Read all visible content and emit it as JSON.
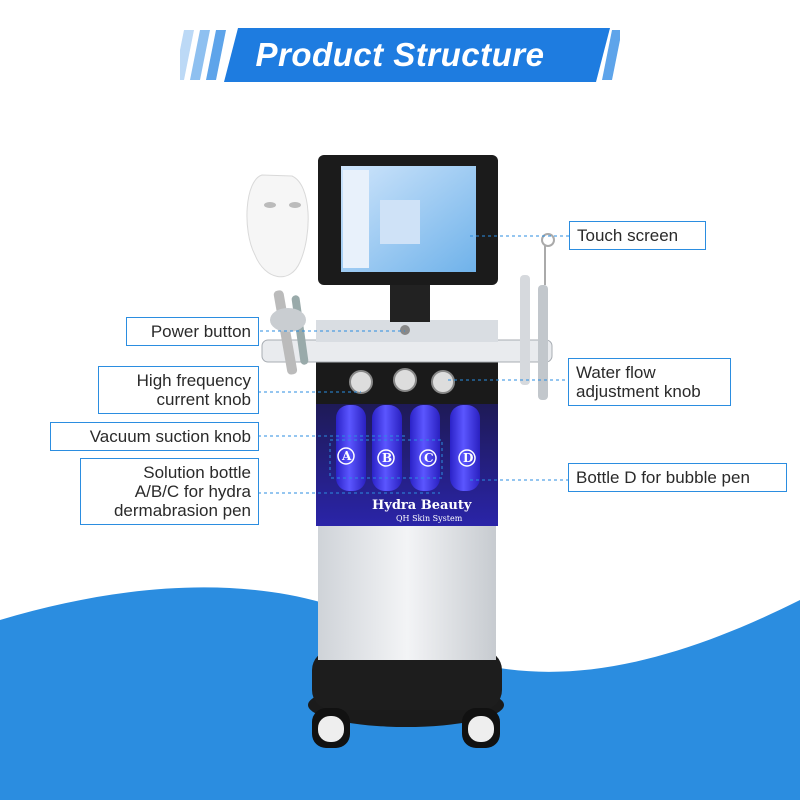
{
  "title": "Product Structure",
  "colors": {
    "accent": "#1e7ce0",
    "wave": "#2b8de0",
    "bottle": "#3d35e8",
    "label_border": "#2b8de0"
  },
  "labels": {
    "touch_screen": "Touch screen",
    "power_button": "Power button",
    "high_frequency": [
      "High frequency",
      "current knob"
    ],
    "water_flow": [
      "Water flow",
      "adjustment knob"
    ],
    "vacuum": "Vacuum suction knob",
    "solution": [
      "Solution bottle",
      "A/B/C for hydra",
      "dermabrasion pen"
    ],
    "bottle_d": "Bottle D for bubble pen"
  },
  "machine": {
    "brand": "Hydra Beauty",
    "subbrand": "QH Skin System",
    "bottles": [
      "A",
      "B",
      "C",
      "D"
    ]
  }
}
